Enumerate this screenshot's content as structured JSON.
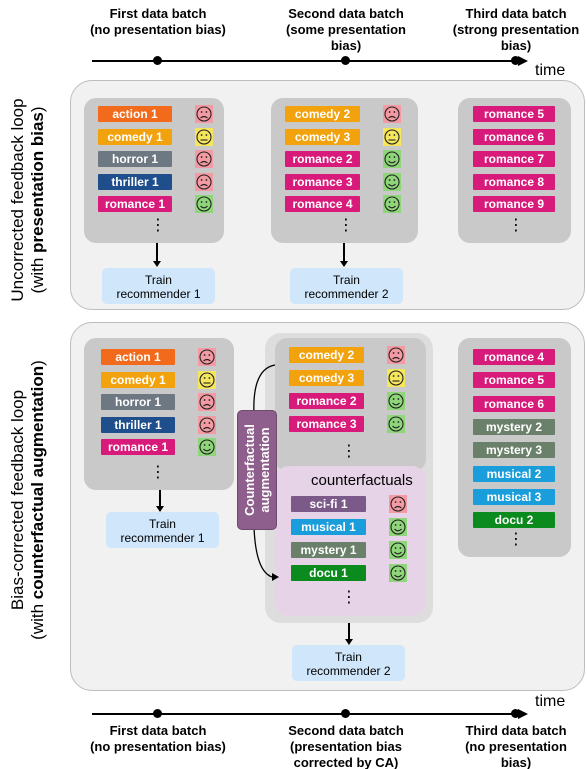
{
  "colors": {
    "action": "#f26a1b",
    "comedy": "#f2a20c",
    "horror": "#6e7882",
    "thriller": "#1f4e8c",
    "romance": "#d81b7b",
    "scifi": "#7b5a8a",
    "musical": "#1a9ddb",
    "mystery": "#6b806a",
    "docu": "#0b8a1e",
    "sad_bg": "#f39aa3",
    "neutral_bg": "#f6e65c",
    "happy_bg": "#8fd67a"
  },
  "top_axis": {
    "batches": [
      {
        "title": "First data batch",
        "subtitle": "(no presentation bias)"
      },
      {
        "title": "Second data batch",
        "subtitle": "(some presentation",
        "subtitle2": "bias)"
      },
      {
        "title": "Third data batch",
        "subtitle": "(strong presentation",
        "subtitle2": "bias)"
      }
    ],
    "time_label": "time"
  },
  "bottom_axis": {
    "batches": [
      {
        "title": "First data batch",
        "subtitle": "(no presentation bias)"
      },
      {
        "title": "Second data batch",
        "subtitle": "(presentation bias",
        "subtitle2": "corrected by CA)"
      },
      {
        "title": "Third data batch",
        "subtitle": "(no presentation",
        "subtitle2": "bias)"
      }
    ],
    "time_label": "time"
  },
  "uncorrected": {
    "side_label_line1": "Uncorrected feedback loop",
    "side_label_line2_prefix": "(with ",
    "side_label_line2_bold": "presentation bias",
    "side_label_line2_suffix": ")",
    "batch1": [
      {
        "label": "action 1",
        "genre": "action",
        "face": "sad"
      },
      {
        "label": "comedy 1",
        "genre": "comedy",
        "face": "neutral"
      },
      {
        "label": "horror 1",
        "genre": "horror",
        "face": "sad"
      },
      {
        "label": "thriller 1",
        "genre": "thriller",
        "face": "sad"
      },
      {
        "label": "romance 1",
        "genre": "romance",
        "face": "happy"
      }
    ],
    "batch2": [
      {
        "label": "comedy 2",
        "genre": "comedy",
        "face": "sad"
      },
      {
        "label": "comedy 3",
        "genre": "comedy",
        "face": "neutral"
      },
      {
        "label": "romance 2",
        "genre": "romance",
        "face": "happy"
      },
      {
        "label": "romance 3",
        "genre": "romance",
        "face": "happy"
      },
      {
        "label": "romance 4",
        "genre": "romance",
        "face": "happy"
      }
    ],
    "batch3": [
      {
        "label": "romance 5",
        "genre": "romance"
      },
      {
        "label": "romance 6",
        "genre": "romance"
      },
      {
        "label": "romance 7",
        "genre": "romance"
      },
      {
        "label": "romance 8",
        "genre": "romance"
      },
      {
        "label": "romance 9",
        "genre": "romance"
      }
    ],
    "train1": {
      "line1": "Train",
      "line2": "recommender 1"
    },
    "train2": {
      "line1": "Train",
      "line2": "recommender 2"
    },
    "ellipsis": "⋮"
  },
  "corrected": {
    "side_label_line1": "Bias-corrected feedback loop",
    "side_label_line2_prefix": "(with ",
    "side_label_line2_bold": "counterfactual augmentation",
    "side_label_line2_suffix": ")",
    "batch1": [
      {
        "label": "action 1",
        "genre": "action",
        "face": "sad"
      },
      {
        "label": "comedy 1",
        "genre": "comedy",
        "face": "neutral"
      },
      {
        "label": "horror 1",
        "genre": "horror",
        "face": "sad"
      },
      {
        "label": "thriller 1",
        "genre": "thriller",
        "face": "sad"
      },
      {
        "label": "romance 1",
        "genre": "romance",
        "face": "happy"
      }
    ],
    "batch2": [
      {
        "label": "comedy 2",
        "genre": "comedy",
        "face": "sad"
      },
      {
        "label": "comedy 3",
        "genre": "comedy",
        "face": "neutral"
      },
      {
        "label": "romance 2",
        "genre": "romance",
        "face": "happy"
      },
      {
        "label": "romance 3",
        "genre": "romance",
        "face": "happy"
      }
    ],
    "ca_label_line1": "Counterfactual",
    "ca_label_line2": "augmentation",
    "counterfactuals_title": "counterfactuals",
    "counterfactuals": [
      {
        "label": "sci-fi 1",
        "genre": "scifi",
        "face": "sad"
      },
      {
        "label": "musical 1",
        "genre": "musical",
        "face": "happy"
      },
      {
        "label": "mystery 1",
        "genre": "mystery",
        "face": "happy"
      },
      {
        "label": "docu 1",
        "genre": "docu",
        "face": "happy"
      }
    ],
    "batch3": [
      {
        "label": "romance 4",
        "genre": "romance"
      },
      {
        "label": "romance 5",
        "genre": "romance"
      },
      {
        "label": "romance 6",
        "genre": "romance"
      },
      {
        "label": "mystery 2",
        "genre": "mystery"
      },
      {
        "label": "mystery 3",
        "genre": "mystery"
      },
      {
        "label": "musical 2",
        "genre": "musical"
      },
      {
        "label": "musical 3",
        "genre": "musical"
      },
      {
        "label": "docu 2",
        "genre": "docu"
      }
    ],
    "train1": {
      "line1": "Train",
      "line2": "recommender 1"
    },
    "train2": {
      "line1": "Train",
      "line2": "recommender 2"
    },
    "ellipsis": "⋮"
  }
}
